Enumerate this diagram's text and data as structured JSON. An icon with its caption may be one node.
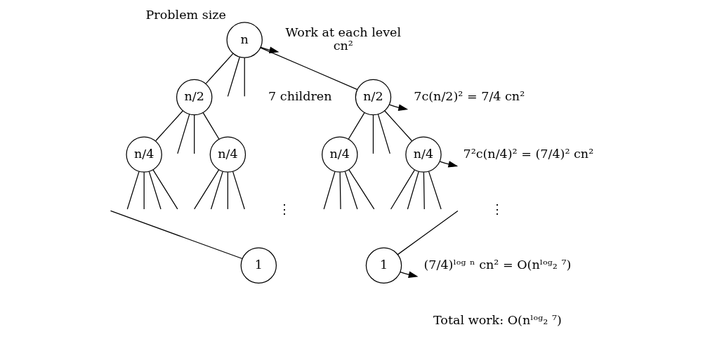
{
  "diagram": {
    "nodes": [
      {
        "text": [
          "n"
        ],
        "beside": [
          "Problem size"
        ]
      },
      {
        "text": [
          "n/2"
        ]
      },
      {
        "text": [
          "n/2"
        ]
      },
      {
        "text": [
          "n/4"
        ]
      },
      {
        "text": [
          "n/4"
        ]
      },
      {
        "text": [
          "n/4"
        ]
      },
      {
        "text": [
          "n/4"
        ]
      },
      {
        "text": [
          "1"
        ]
      },
      {
        "text": [
          "1"
        ]
      },
      {
        "text": [
          "Work at each level",
          "cn²"
        ]
      },
      {
        "text": [
          "7c(n/2)² = 7/4 cn²"
        ]
      },
      {
        "text": [
          "7²c(n/4)² = (7/4)² cn²"
        ]
      },
      {
        "text": [
          "(7/4)ˡᵒᵍ ⁿ cn² = O(nˡᵒᵍ₂ ⁷)"
        ]
      }
    ],
    "edges": [
      {
        "from": 0,
        "to": 1,
        "arrow": "none"
      },
      {
        "from": 0,
        "to": 2,
        "arrow": "none"
      },
      {
        "from": 0,
        "to": null,
        "arrow": "none"
      },
      {
        "from": 0,
        "to": null,
        "arrow": "none"
      },
      {
        "from": 0,
        "to": 9,
        "arrow": "to"
      },
      {
        "from": 1,
        "to": 3,
        "arrow": "none"
      },
      {
        "from": 1,
        "to": null,
        "arrow": "none"
      },
      {
        "from": 1,
        "to": null,
        "arrow": "none"
      },
      {
        "from": 1,
        "to": 4,
        "arrow": "none"
      },
      {
        "from": 2,
        "to": 5,
        "arrow": "none"
      },
      {
        "from": 2,
        "to": null,
        "arrow": "none"
      },
      {
        "from": 2,
        "to": null,
        "arrow": "none"
      },
      {
        "from": 2,
        "to": 6,
        "arrow": "none"
      },
      {
        "from": 2,
        "to": 10,
        "arrow": "to"
      },
      {
        "from": 3,
        "to": null,
        "arrow": "none"
      },
      {
        "from": 3,
        "to": null,
        "arrow": "none"
      },
      {
        "from": 3,
        "to": null,
        "arrow": "none"
      },
      {
        "from": 3,
        "to": null,
        "arrow": "none"
      },
      {
        "from": 4,
        "to": null,
        "arrow": "none"
      },
      {
        "from": 4,
        "to": null,
        "arrow": "none"
      },
      {
        "from": 4,
        "to": null,
        "arrow": "none"
      },
      {
        "from": 4,
        "to": null,
        "arrow": "none"
      },
      {
        "from": 5,
        "to": null,
        "arrow": "none"
      },
      {
        "from": 5,
        "to": null,
        "arrow": "none"
      },
      {
        "from": 5,
        "to": null,
        "arrow": "none"
      },
      {
        "from": 5,
        "to": null,
        "arrow": "none"
      },
      {
        "from": 6,
        "to": null,
        "arrow": "none"
      },
      {
        "from": 6,
        "to": null,
        "arrow": "none"
      },
      {
        "from": 6,
        "to": null,
        "arrow": "none"
      },
      {
        "from": 6,
        "to": null,
        "arrow": "none"
      },
      {
        "from": 6,
        "to": 11,
        "arrow": "to"
      },
      {
        "from": null,
        "to": 7,
        "arrow": "none"
      },
      {
        "from": null,
        "to": 8,
        "arrow": "none"
      },
      {
        "from": 8,
        "to": 12,
        "arrow": "to"
      }
    ],
    "labels": [
      "7 children",
      "⋮",
      "⋮",
      "Total work: O(nˡᵒᵍ₂ ⁷)"
    ]
  }
}
